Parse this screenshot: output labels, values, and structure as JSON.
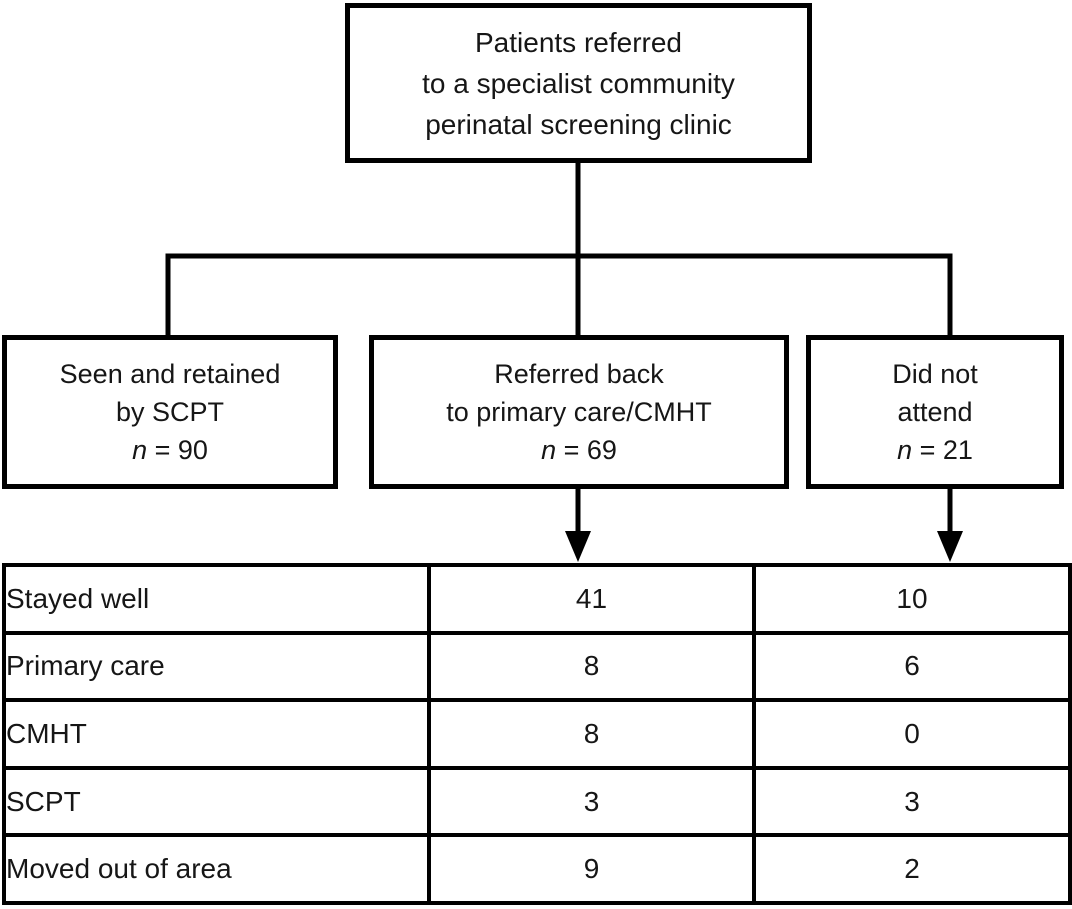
{
  "flow": {
    "root": {
      "lines": [
        "Patients referred",
        "to a specialist community",
        "perinatal screening clinic"
      ]
    },
    "branches": [
      {
        "lines": [
          "Seen and retained",
          "by SCPT"
        ],
        "n_symbol": "n",
        "n_rest": " = 90"
      },
      {
        "lines": [
          "Referred back",
          "to primary care/CMHT"
        ],
        "n_symbol": "n",
        "n_rest": " = 69"
      },
      {
        "lines": [
          "Did not",
          "attend"
        ],
        "n_symbol": "n",
        "n_rest": " = 21"
      }
    ]
  },
  "table": {
    "rows": [
      {
        "label": "Stayed well",
        "referred_back": "41",
        "did_not_attend": "10"
      },
      {
        "label": "Primary care",
        "referred_back": "8",
        "did_not_attend": "6"
      },
      {
        "label": "CMHT",
        "referred_back": "8",
        "did_not_attend": "0"
      },
      {
        "label": "SCPT",
        "referred_back": "3",
        "did_not_attend": "3"
      },
      {
        "label": "Moved out of area",
        "referred_back": "9",
        "did_not_attend": "2"
      }
    ]
  },
  "colors": {
    "line": "#000000",
    "background": "#ffffff",
    "text": "#161616"
  }
}
